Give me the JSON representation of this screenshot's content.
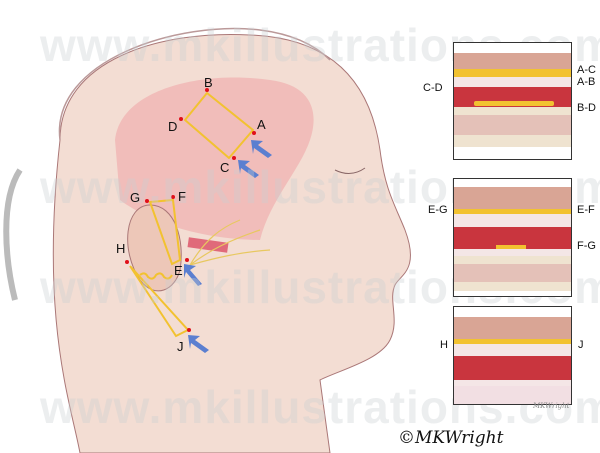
{
  "watermark": "www.mkillustrations.com",
  "signature": "©MKWright",
  "small_signature": "MKWright",
  "head_labels": {
    "A": "A",
    "B": "B",
    "C": "C",
    "D": "D",
    "E": "E",
    "F": "F",
    "G": "G",
    "H": "H",
    "J": "J"
  },
  "panels": [
    {
      "left_labels": [
        "C-D"
      ],
      "right_labels": [
        "A-C",
        "A-B",
        "B-D"
      ]
    },
    {
      "left_labels": [
        "E-G"
      ],
      "right_labels": [
        "E-F",
        "F-G"
      ]
    },
    {
      "left_labels": [
        "H"
      ],
      "right_labels": [
        "J"
      ]
    }
  ],
  "colors": {
    "skin": "#f2d9cc",
    "muscle": "#c9353e",
    "fat": "#f2c230",
    "flap": "#f0b7b5",
    "dot": "#e0101a",
    "arrow": "#5b7fd0"
  }
}
